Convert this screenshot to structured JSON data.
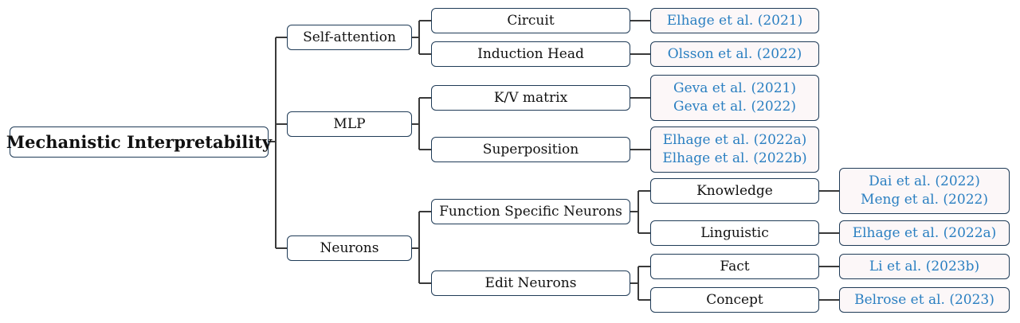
{
  "root": "Mechanistic Interpretability",
  "level1": [
    "Self-attention",
    "MLP",
    "Neurons"
  ],
  "level2": {
    "self_attention": [
      "Circuit",
      "Induction Head"
    ],
    "mlp": [
      "K/V matrix",
      "Superposition"
    ],
    "neurons": [
      "Function Specific Neurons",
      "Edit Neurons"
    ]
  },
  "level3": {
    "function_specific": [
      "Knowledge",
      "Linguistic"
    ],
    "edit": [
      "Fact",
      "Concept"
    ]
  },
  "references": {
    "circuit": [
      "Elhage et al. (2021)"
    ],
    "induction_head": [
      "Olsson et al. (2022)"
    ],
    "kv_matrix": [
      "Geva et al. (2021)",
      "Geva et al. (2022)"
    ],
    "superposition": [
      "Elhage et al. (2022a)",
      "Elhage et al. (2022b)"
    ],
    "knowledge": [
      "Dai et al. (2022)",
      "Meng et al. (2022)"
    ],
    "linguistic": [
      "Elhage et al. (2022a)"
    ],
    "fact": [
      "Li et al. (2023b)"
    ],
    "concept": [
      "Belrose et al. (2023)"
    ]
  },
  "colors": {
    "border": "#1f3b57",
    "connector": "#3a3a3a",
    "citation_text": "#2a7fc1",
    "citation_fill": "#fcf7f8"
  }
}
